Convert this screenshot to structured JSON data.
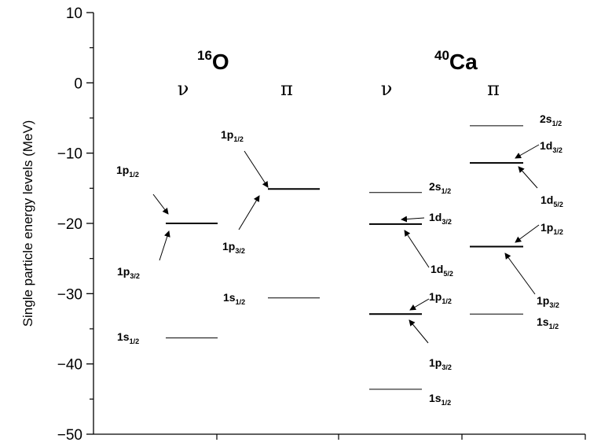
{
  "chart_data": {
    "type": "level-diagram",
    "ylabel": "Single particle energy levels (MeV)",
    "ylim": [
      -50,
      10
    ],
    "yticks": [
      10,
      0,
      -10,
      -20,
      -30,
      -40,
      -50
    ],
    "ytick_labels": [
      "10",
      "0",
      "−10",
      "−20",
      "−30",
      "−40",
      "−50"
    ],
    "nuclei": [
      {
        "mass": "16",
        "symbol": "O"
      },
      {
        "mass": "40",
        "symbol": "Ca"
      }
    ],
    "columns": [
      {
        "nucleus": "O",
        "particle": "ν",
        "levels": [
          {
            "orbital": "1p",
            "j": "1/2",
            "energy": -20.0
          },
          {
            "orbital": "1p",
            "j": "3/2",
            "energy": -20.0
          },
          {
            "orbital": "1s",
            "j": "1/2",
            "energy": -36.3
          }
        ]
      },
      {
        "nucleus": "O",
        "particle": "π",
        "levels": [
          {
            "orbital": "1p",
            "j": "1/2",
            "energy": -15.1
          },
          {
            "orbital": "1p",
            "j": "3/2",
            "energy": -15.1
          },
          {
            "orbital": "1s",
            "j": "1/2",
            "energy": -30.6
          }
        ]
      },
      {
        "nucleus": "Ca",
        "particle": "ν",
        "levels": [
          {
            "orbital": "2s",
            "j": "1/2",
            "energy": -15.6
          },
          {
            "orbital": "1d",
            "j": "3/2",
            "energy": -20.1
          },
          {
            "orbital": "1d",
            "j": "5/2",
            "energy": -20.1
          },
          {
            "orbital": "1p",
            "j": "1/2",
            "energy": -32.9
          },
          {
            "orbital": "1p",
            "j": "3/2",
            "energy": -32.9
          },
          {
            "orbital": "1s",
            "j": "1/2",
            "energy": -43.6
          }
        ]
      },
      {
        "nucleus": "Ca",
        "particle": "π",
        "levels": [
          {
            "orbital": "2s",
            "j": "1/2",
            "energy": -6.1
          },
          {
            "orbital": "1d",
            "j": "3/2",
            "energy": -11.4
          },
          {
            "orbital": "1d",
            "j": "5/2",
            "energy": -11.4
          },
          {
            "orbital": "1p",
            "j": "1/2",
            "energy": -23.3
          },
          {
            "orbital": "1p",
            "j": "3/2",
            "energy": -23.3
          },
          {
            "orbital": "1s",
            "j": "1/2",
            "energy": -32.9
          }
        ]
      }
    ]
  }
}
